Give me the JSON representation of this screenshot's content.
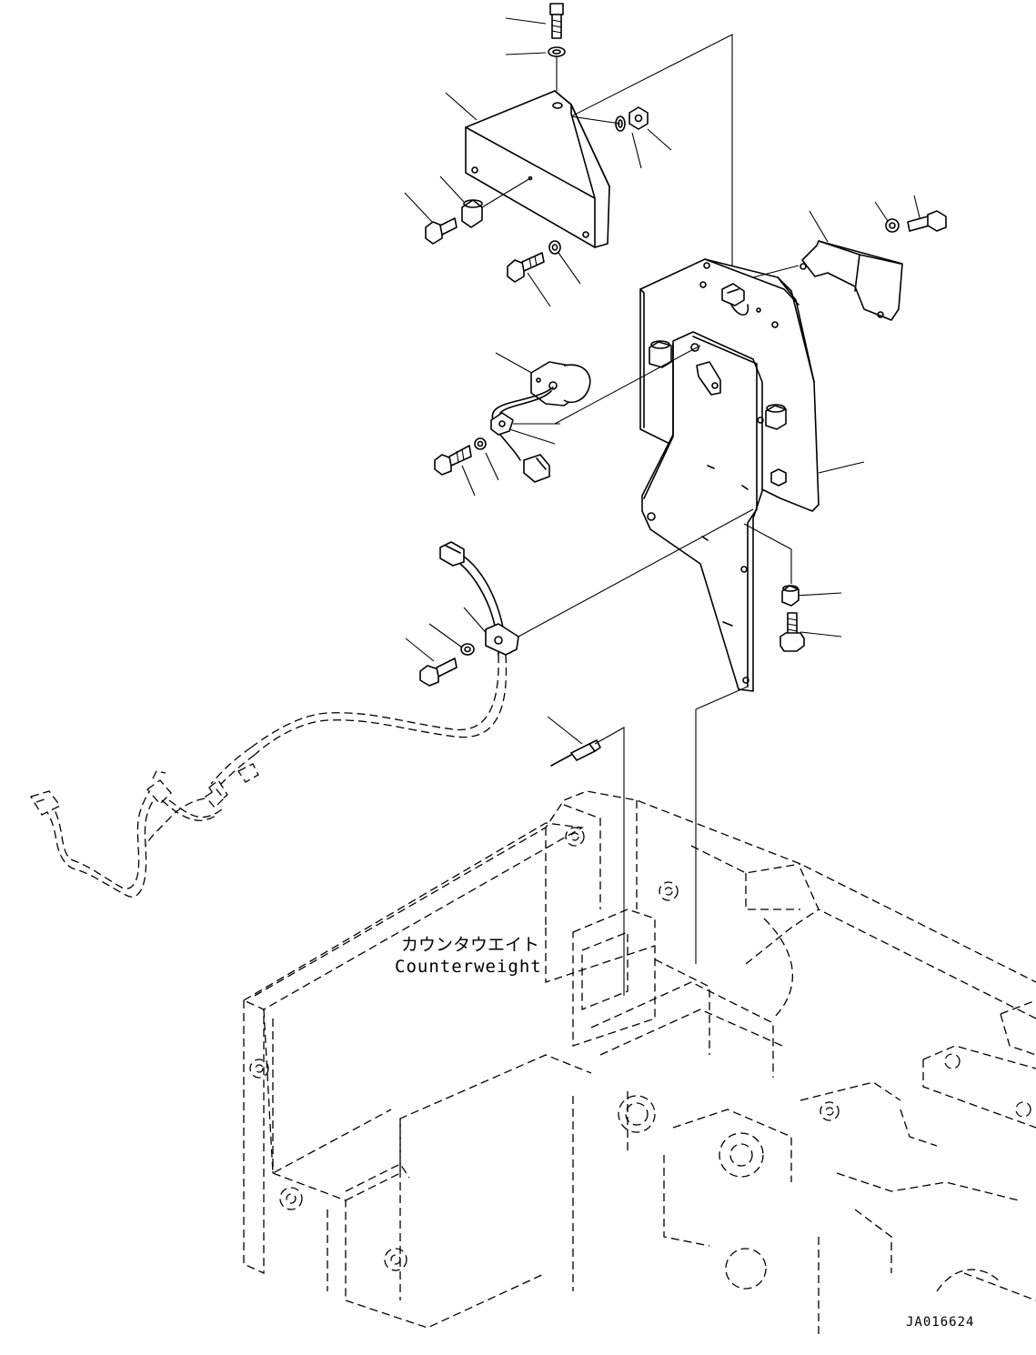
{
  "labels": {
    "part_jp": "カウンタウエイト",
    "part_en": "Counterweight",
    "drawing_id": "JA016624"
  },
  "icons": [
    "bolt-icon",
    "washer-icon",
    "nut-icon",
    "horn-icon",
    "connector-icon",
    "clip-icon",
    "rivet-icon"
  ]
}
